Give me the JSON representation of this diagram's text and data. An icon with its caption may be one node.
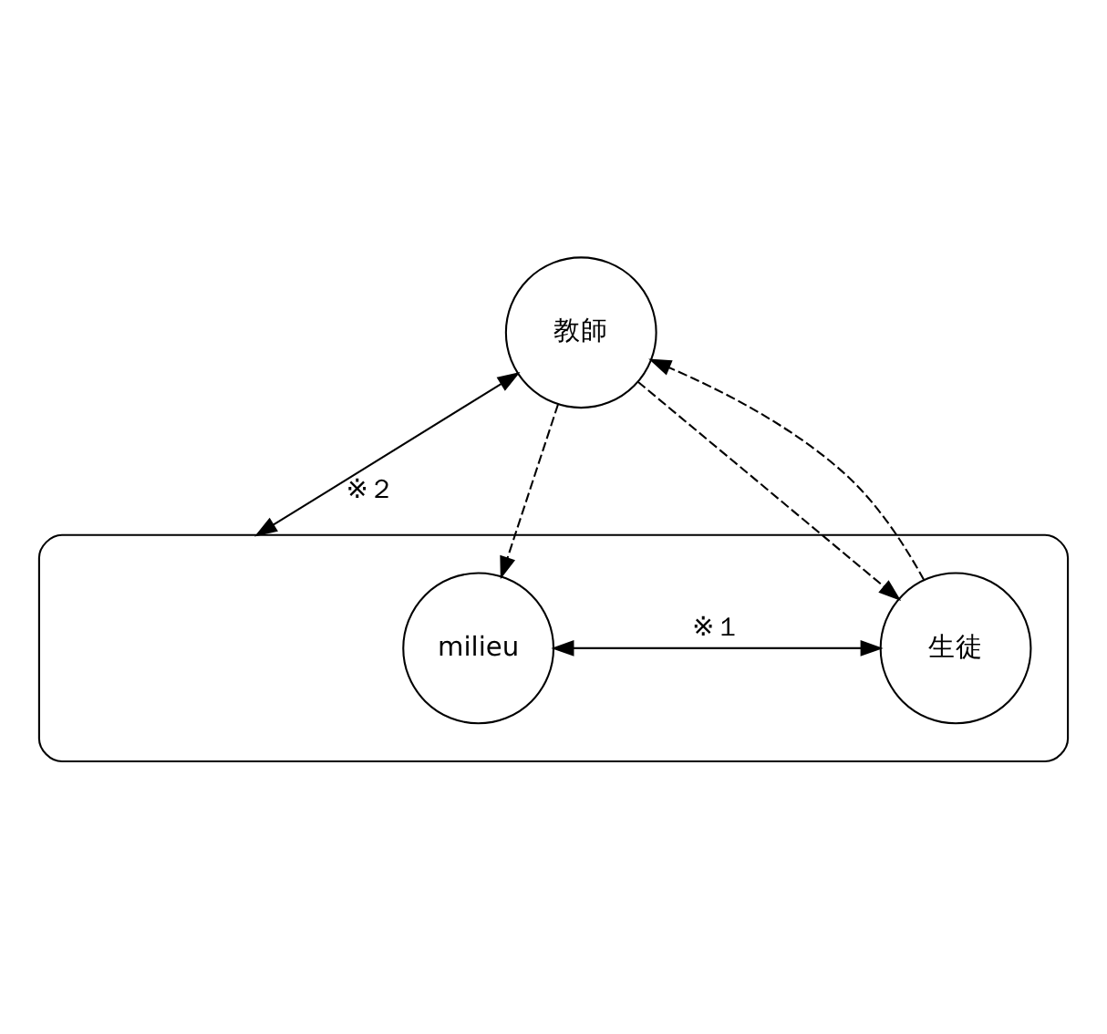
{
  "diagram": {
    "nodes": [
      {
        "text": [
          "教師"
        ]
      },
      {
        "text": [],
        "shape": "box"
      },
      {
        "text": [
          "生徒"
        ],
        "in": 1
      },
      {
        "text": [
          "milieu"
        ],
        "in": 1
      }
    ],
    "edges": [
      {
        "from": 0,
        "to": 2,
        "arrow": "to",
        "style": "dashed"
      },
      {
        "from": 2,
        "to": 0,
        "arrow": "to",
        "style": "dashed"
      },
      {
        "from": 0,
        "to": 3,
        "arrow": "to",
        "style": "dashed"
      },
      {
        "from": 0,
        "to": 1,
        "arrow": "both",
        "label": "※２"
      },
      {
        "from": 2,
        "to": 3,
        "arrow": "both",
        "label": "※１"
      }
    ]
  }
}
